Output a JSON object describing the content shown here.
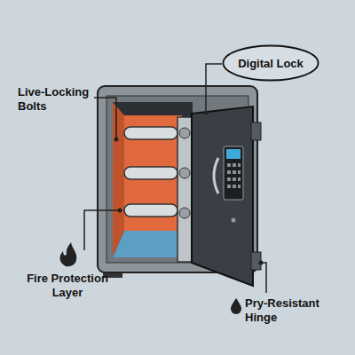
{
  "diagram": {
    "nodes": [
      {
        "text": [
          "Digital Lock"
        ]
      }
    ],
    "labels": [
      "Live-Locking Bolts",
      "Fire Protection Layer",
      "Pry-Resistant Hinge"
    ]
  }
}
